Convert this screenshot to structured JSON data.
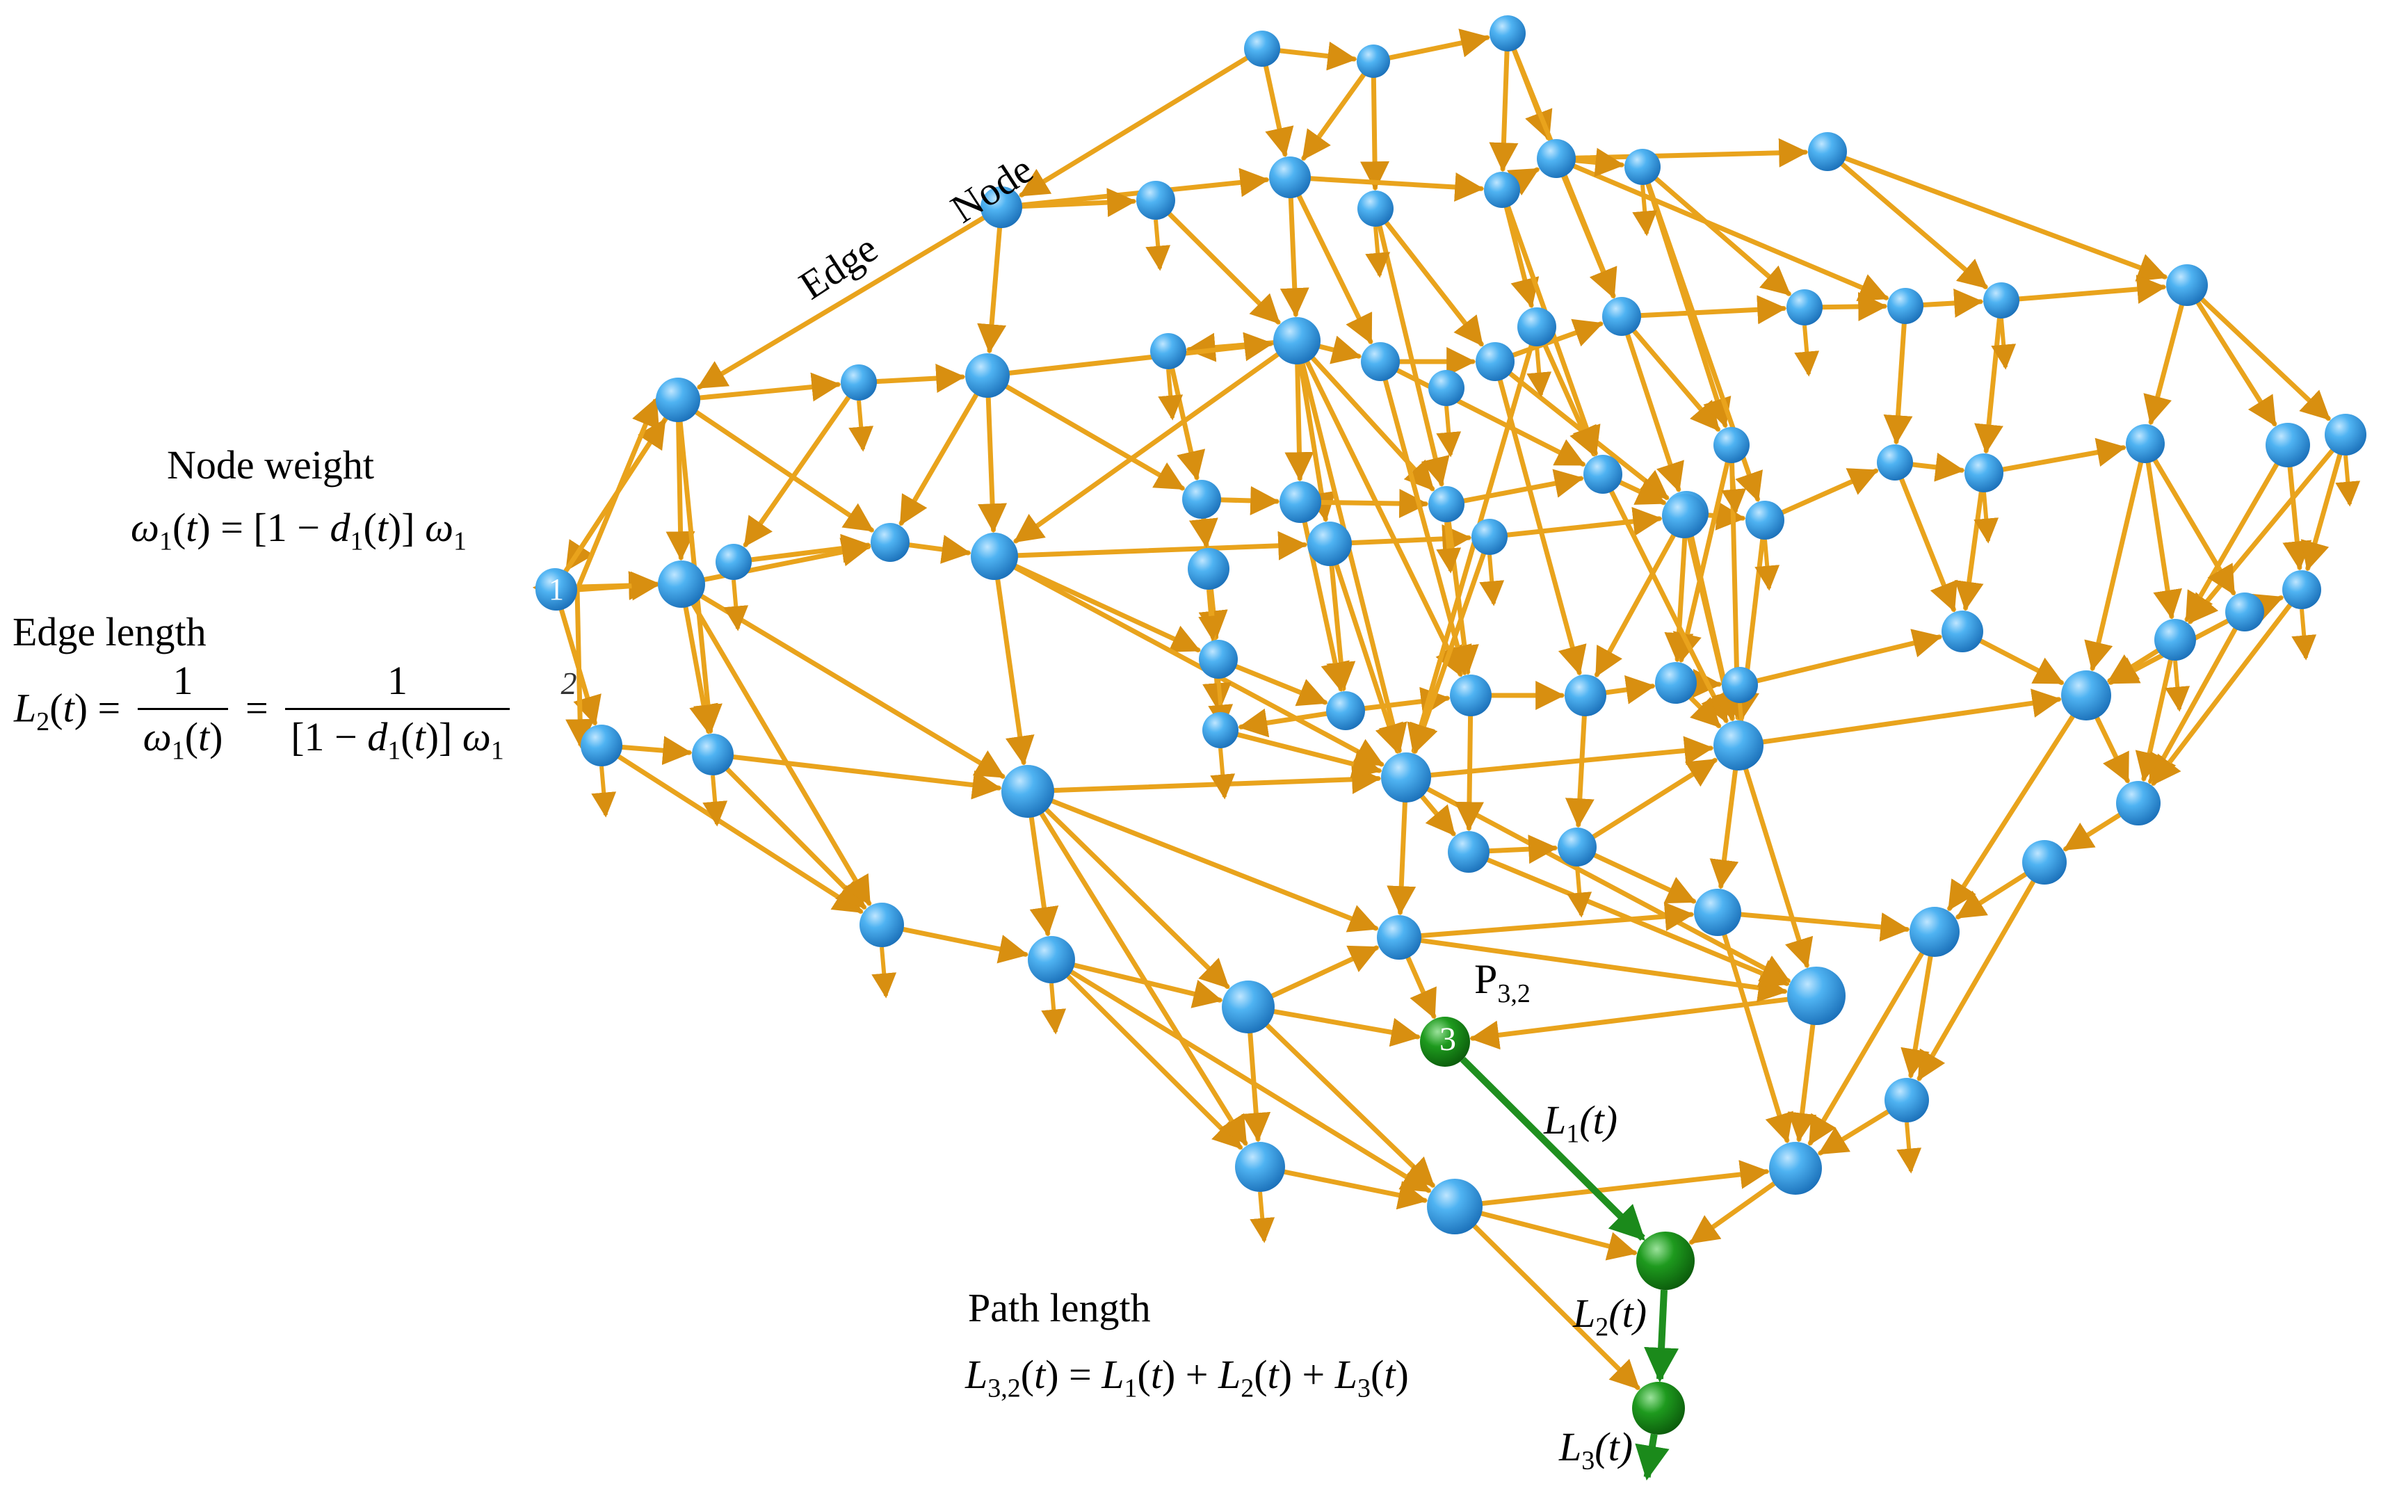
{
  "labels": {
    "edge": "Edge",
    "node": "Node",
    "node_weight_title": "Node weight",
    "edge_length_title": "Edge length",
    "path_length_title": "Path length",
    "path_name": "P",
    "path_name_sub": "3,2",
    "node_1": "1",
    "node_2": "2",
    "node_3": "3",
    "L1": "L",
    "L1_sub": "1",
    "L1_arg": "(t)",
    "L2": "L",
    "L2_sub": "2",
    "L2_arg": "(t)",
    "L3": "L",
    "L3_sub": "3",
    "L3_arg": "(t)"
  },
  "formulas": {
    "node_weight": "ω1(t) = [1 − d1(t)] ω1",
    "edge_length": "L2(t) = 1/ω1(t) = 1/([1 − d1(t)] ω1)",
    "path_length": "L3,2(t) = L1(t) + L2(t) + L3(t)"
  },
  "colors": {
    "node": "#2f9fe6",
    "node_highlight": "#ffffff",
    "edge": "#e9a31c",
    "path": "#1f8f1f",
    "path_node": "#138a13"
  }
}
